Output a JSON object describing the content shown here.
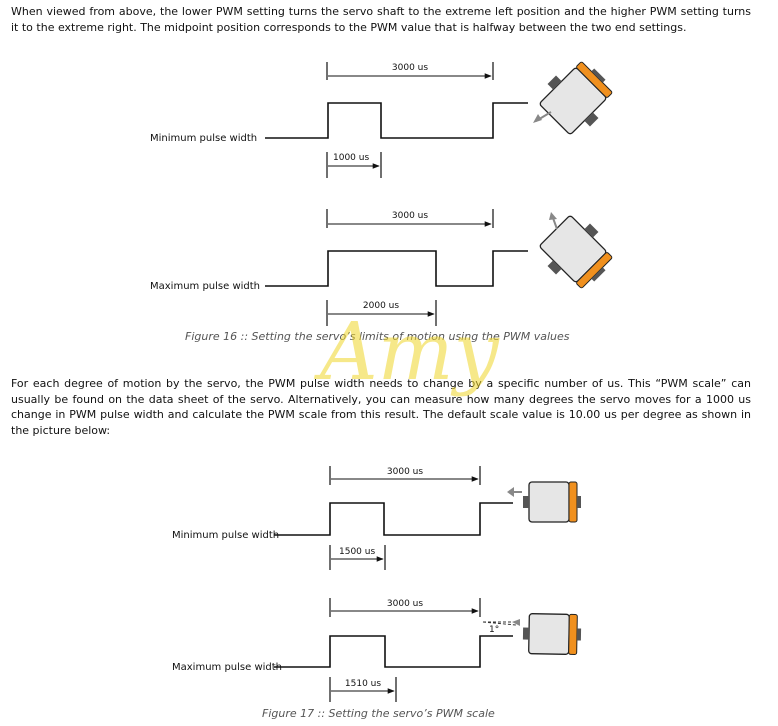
{
  "paragraph_1": "When viewed from above, the lower PWM setting turns the servo shaft to the extreme left position and the higher PWM setting turns it to the extreme right. The midpoint position corresponds to the PWM value that is halfway between the two end settings.",
  "figure16": {
    "caption": "Figure 16 :: Setting the servo’s limits of motion using the PWM values",
    "rows": [
      {
        "label": "Minimum pulse width",
        "period": "3000 us",
        "pulse": "1000 us"
      },
      {
        "label": "Maximum pulse width",
        "period": "3000 us",
        "pulse": "2000 us"
      }
    ]
  },
  "paragraph_2": "For each degree of motion by the servo, the PWM pulse width needs to change by a specific number of us. This “PWM scale” can usually be found on the data sheet of the servo. Alternatively, you can measure how many degrees the servo moves for a 1000 us change in PWM pulse width and calculate the PWM scale from this result. The default scale value is 10.00 us per degree as shown in the picture below:",
  "figure17": {
    "caption": "Figure 17 :: Setting the servo’s PWM scale",
    "rows": [
      {
        "label": "Minimum pulse width",
        "period": "3000 us",
        "pulse": "1500 us"
      },
      {
        "label": "Maximum pulse width",
        "period": "3000 us",
        "pulse": "1510 us",
        "angle": "1°"
      }
    ]
  },
  "watermark": "Amy",
  "colors": {
    "servo_body": "#e6e6e6",
    "servo_accent": "#f0901e",
    "connector": "#555555",
    "arrow": "#888888"
  }
}
